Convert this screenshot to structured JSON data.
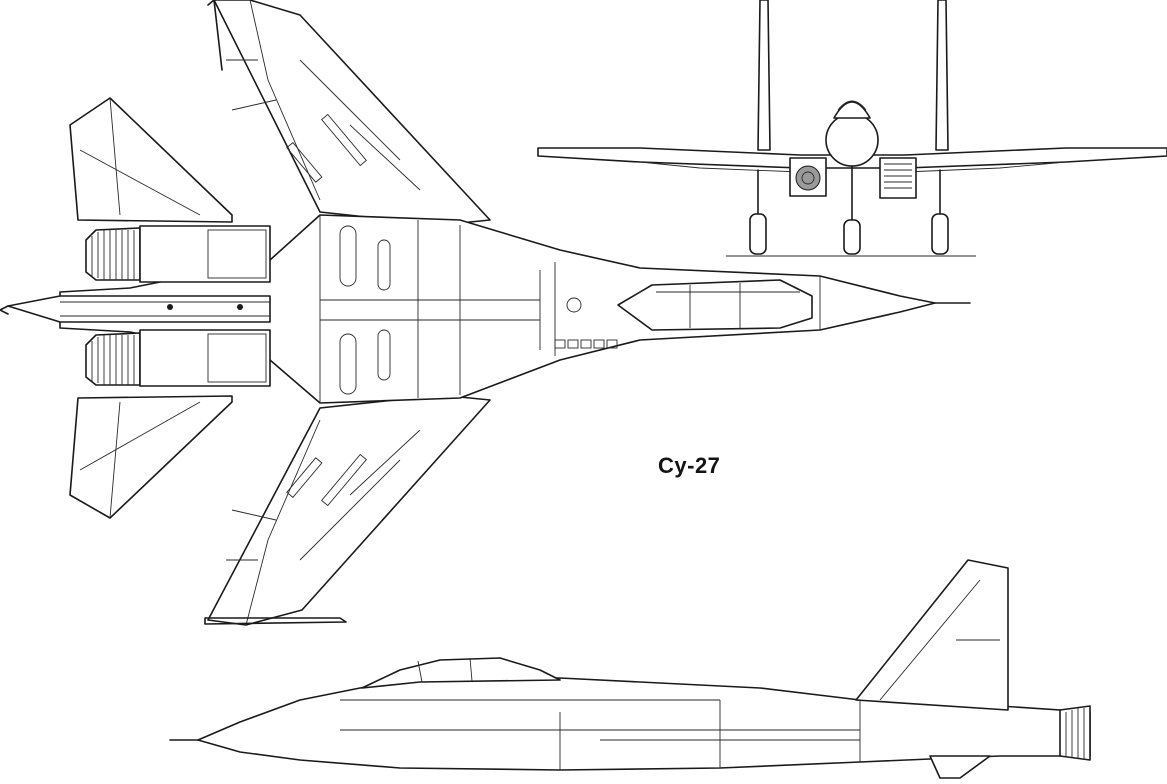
{
  "drawing": {
    "title": "Су-27",
    "views": [
      "top-view",
      "front-view",
      "side-view"
    ],
    "line_color": "#1a1a1a",
    "background_color": "#ffffff"
  }
}
